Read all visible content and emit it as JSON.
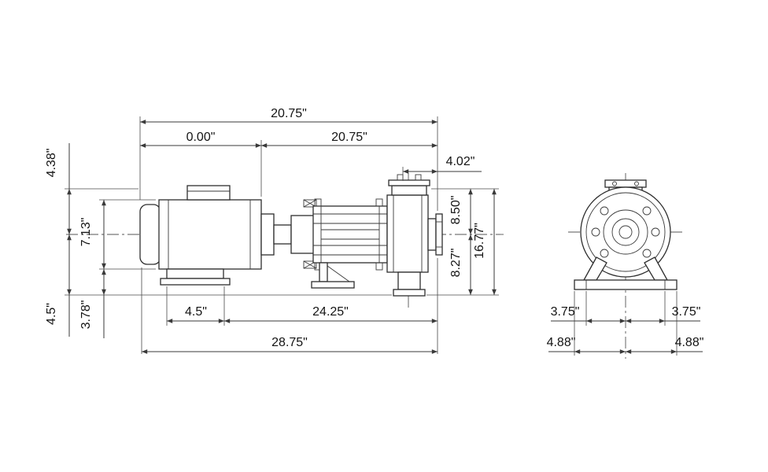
{
  "side_view": {
    "dims": {
      "overall_top": "20.75\"",
      "seg_left": "0.00\"",
      "seg_right": "20.75\"",
      "discharge_offset": "4.02\"",
      "center_to_top": "4.38\"",
      "motor_height": "7.13\"",
      "center_to_bottom": "4.5\"",
      "foot_height": "3.78\"",
      "top_to_center": "8.50\"",
      "center_to_suction": "8.27\"",
      "overall_height": "16.77\"",
      "foot_offset": "4.5\"",
      "foot_span": "24.25\"",
      "overall_length": "28.75\""
    }
  },
  "end_view": {
    "dims": {
      "half_width_left": "3.75\"",
      "half_width_right": "3.75\"",
      "base_half_left": "4.88\"",
      "base_half_right": "4.88\""
    }
  }
}
